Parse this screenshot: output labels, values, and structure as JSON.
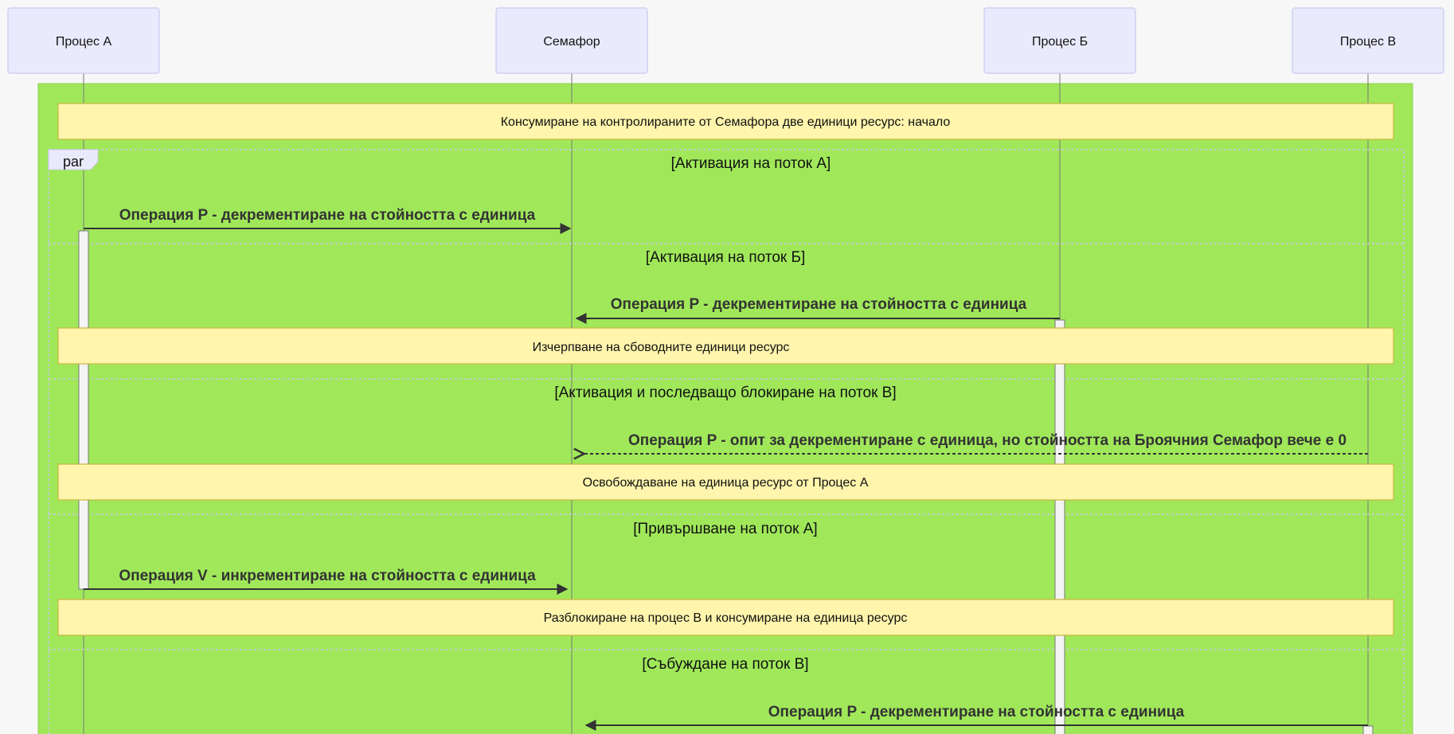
{
  "colors": {
    "background": "#f7f7f7",
    "rect_fill": "#a0e85a",
    "actor_fill": "#eaeafd",
    "note_fill": "#fff5ad",
    "message": "#333333"
  },
  "actors": [
    {
      "id": "a",
      "label": "Процес А"
    },
    {
      "id": "s",
      "label": "Семафор"
    },
    {
      "id": "b",
      "label": "Процес Б"
    },
    {
      "id": "v",
      "label": "Процес В"
    }
  ],
  "frame": {
    "keyword": "par"
  },
  "notes": [
    {
      "text": "Консумиране на контролираните от Семафора две единици ресурс: начало"
    },
    {
      "text": "Изчерпване на сбоводните единици ресурс"
    },
    {
      "text": "Освобождаване на единица ресурс от Процес А"
    },
    {
      "text": "Разблокиране на процес В и консумиране на единица ресурс"
    }
  ],
  "sections": [
    {
      "label": "[Активация на поток А]"
    },
    {
      "label": "[Активация на поток Б]"
    },
    {
      "label": "[Активация и последващо блокиране на поток В]"
    },
    {
      "label": "[Привършване на поток А]"
    },
    {
      "label": "[Събуждане на поток В]"
    }
  ],
  "messages": [
    {
      "from": "a",
      "to": "s",
      "style": "solid",
      "label": "Операция P - декрементиране на стойността с единица"
    },
    {
      "from": "b",
      "to": "s",
      "style": "solid",
      "label": "Операция P - декрементиране на стойността с единица"
    },
    {
      "from": "v",
      "to": "s",
      "style": "dashed",
      "label": "Операция P - опит за декрементиране с единица, но стойността на Броячния Семафор вече е 0"
    },
    {
      "from": "a",
      "to": "s",
      "style": "solid",
      "label": "Операция V - инкрементиране на стойността с единица"
    },
    {
      "from": "v",
      "to": "s",
      "style": "solid",
      "label": "Операция P - декрементиране на стойността с единица"
    }
  ]
}
